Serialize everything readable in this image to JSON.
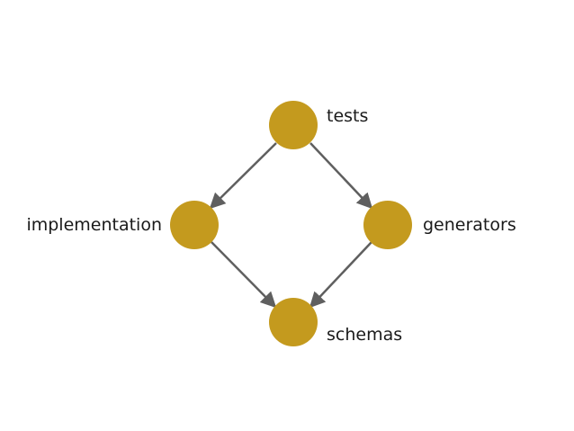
{
  "diagram": {
    "node_color": "#c49a1e",
    "edge_color": "#5f5f5f",
    "nodes": [
      {
        "id": "tests",
        "label": "tests"
      },
      {
        "id": "implementation",
        "label": "implementation"
      },
      {
        "id": "generators",
        "label": "generators"
      },
      {
        "id": "schemas",
        "label": "schemas"
      }
    ],
    "edges": [
      {
        "from": "tests",
        "to": "implementation"
      },
      {
        "from": "tests",
        "to": "generators"
      },
      {
        "from": "implementation",
        "to": "schemas"
      },
      {
        "from": "generators",
        "to": "schemas"
      }
    ]
  }
}
